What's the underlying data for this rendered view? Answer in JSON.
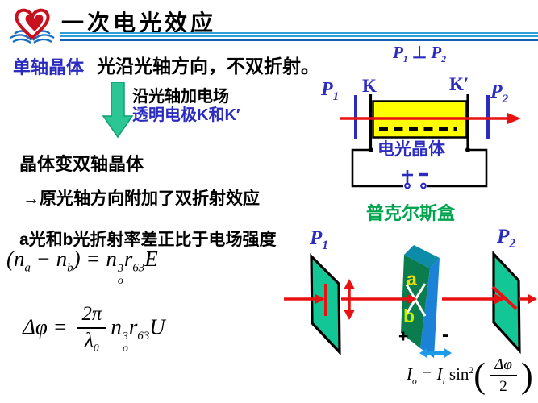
{
  "header": {
    "title": "一次电光效应"
  },
  "left": {
    "uniaxial_label": "单轴晶体",
    "line1": "光沿光轴方向，不双折射。",
    "arrow_text1": "沿光轴加电场",
    "arrow_text2": "透明电极K和K′",
    "line2": "晶体变双轴晶体",
    "line3": "→原光轴方向附加了双折射效应",
    "line4": "a光和b光折射率差正比于电场强度"
  },
  "formulas": {
    "perp": {
      "p1": "P",
      "sub1": "1",
      "op": "⊥",
      "p2": "P",
      "sub2": "2"
    },
    "f1": {
      "open": "(",
      "n1": "n",
      "sub1": "a",
      "minus": " − ",
      "n2": "n",
      "sub2": "b",
      "close": ")",
      "eq": " = ",
      "n3": "n",
      "sup3": "3",
      "sub3": "o",
      "r": "r",
      "rsub": "63",
      "E": "E"
    },
    "f2": {
      "lhs": "Δφ = ",
      "num": "2π",
      "den": "λ",
      "densub": "0",
      "n": "n",
      "sup": "3",
      "sub": "o",
      "r": "r",
      "rsub": "63",
      "U": "U"
    },
    "f3": {
      "I1": "I",
      "sub1": "o",
      "eq": " = ",
      "I2": "I",
      "sub2": "i",
      "fn": " sin",
      "sup": "2",
      "num": "Δφ",
      "den": "2"
    }
  },
  "top_diagram": {
    "p1": {
      "base": "P",
      "sub": "1"
    },
    "k": "K",
    "kprime": "K′",
    "p2": {
      "base": "P",
      "sub": "2"
    },
    "crystal_label": "电光晶体",
    "cell_label": "普克尔斯盒"
  },
  "bottom_diagram": {
    "p1": {
      "base": "P",
      "sub": "1"
    },
    "p2": {
      "base": "P",
      "sub": "2"
    },
    "axis_a": "a",
    "axis_b": "b",
    "plus": "+",
    "minus": "-"
  },
  "colors": {
    "label_blue": "#2b2bc0",
    "label_green": "#00a44e",
    "rule_blue": "#2e9ed8",
    "beam_red": "#e81010",
    "crystal_yellow": "#ffff00",
    "polarizer_green": "#12c795",
    "down_arrow_green": "#2cc695",
    "crystal_front_green": "#0a7c4e",
    "crystal_top_teal": "#0c8ca8",
    "crystal_side_blue": "#1b82d8",
    "voltage_arrow_cyan": "#1e9be8"
  }
}
